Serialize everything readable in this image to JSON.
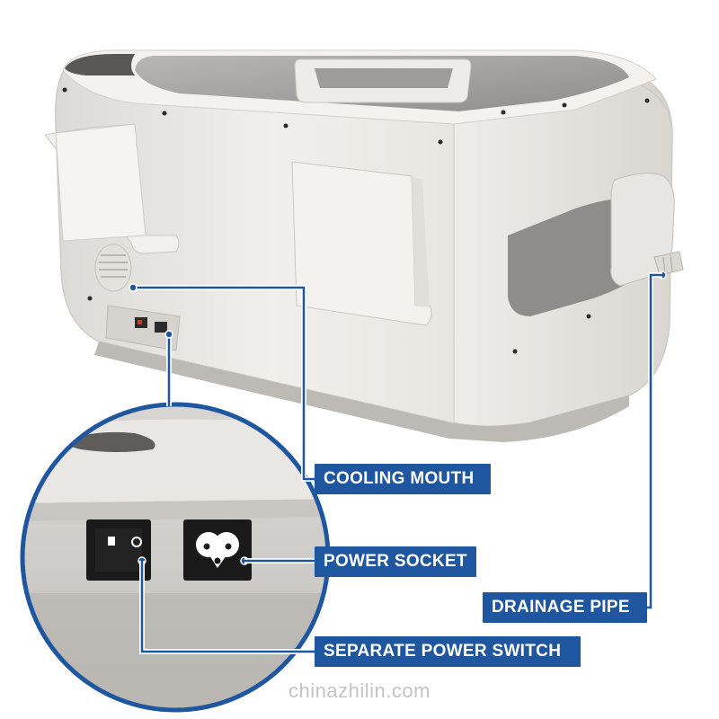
{
  "callouts": {
    "cooling_mouth": "COOLING MOUTH",
    "power_socket": "POWER SOCKET",
    "drainage_pipe": "DRAINAGE PIPE",
    "separate_power_switch": "SEPARATE POWER SWITCH"
  },
  "watermark": "chinazhilin.com",
  "colors": {
    "callout_bg": "#1e56a0",
    "callout_text": "#ffffff",
    "device_body": "#e9e7e3",
    "zoom_ring": "#1e56a0",
    "watermark": "#c4c4c4"
  }
}
